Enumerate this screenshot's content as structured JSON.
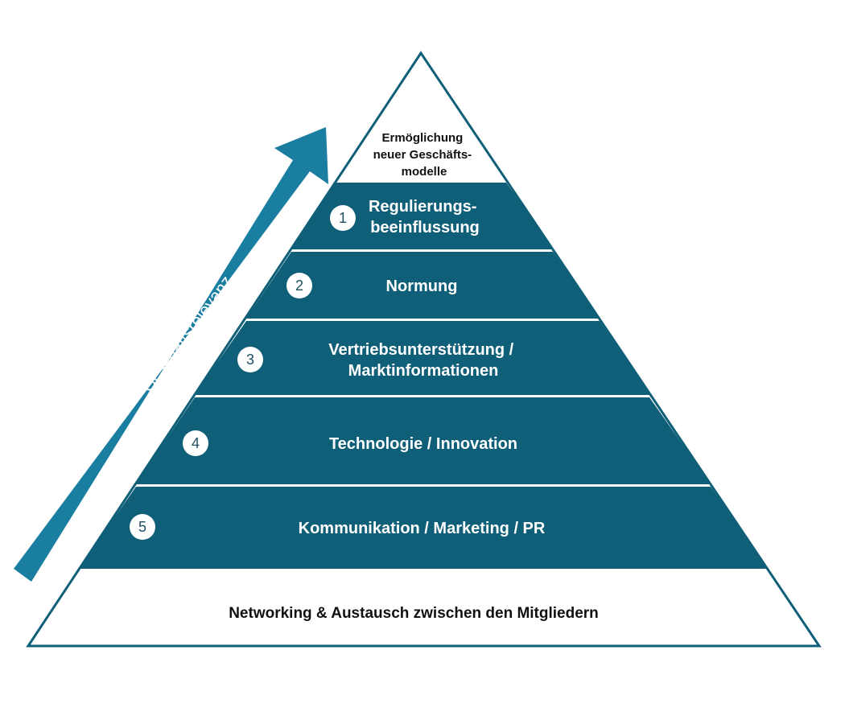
{
  "colors": {
    "band": "#0f5f78",
    "arrow": "#1a7ea0",
    "outline": "#0f5f78",
    "separator": "#ffffff",
    "light_text": "#ffffff",
    "dark_text": "#111111"
  },
  "arrow": {
    "label": "Geschäftsrelevanz"
  },
  "apex": {
    "lines": [
      "Ermöglichung",
      "neuer Geschäfts-",
      "modelle"
    ]
  },
  "levels": [
    {
      "number": "1",
      "lines": [
        "Regulierungs-",
        "beeinflussung"
      ]
    },
    {
      "number": "2",
      "lines": [
        "Normung"
      ]
    },
    {
      "number": "3",
      "lines": [
        "Vertriebsunterstützung /",
        "Marktinformationen"
      ]
    },
    {
      "number": "4",
      "lines": [
        "Technologie / Innovation"
      ]
    },
    {
      "number": "5",
      "lines": [
        "Kommunikation / Marketing / PR"
      ]
    }
  ],
  "base": {
    "label": "Networking & Austausch zwischen den Mitgliedern"
  }
}
